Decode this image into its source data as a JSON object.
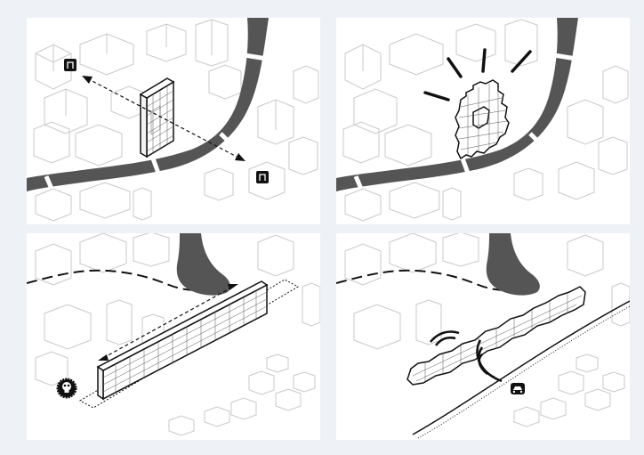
{
  "figure": {
    "background": "#eef2f7",
    "panel_background": "#ffffff",
    "building_stroke": "#c9c9c9",
    "river_color": "#555555",
    "ink_color": "#111111"
  },
  "panels": [
    {
      "id": "tl",
      "content": [
        "square-building",
        "double-arrow",
        "door-icon",
        "door-icon"
      ]
    },
    {
      "id": "tr",
      "content": [
        "fragmented-building",
        "emphasis-rays"
      ]
    },
    {
      "id": "bl",
      "content": [
        "linear-building",
        "double-arrow",
        "skull-badge-icon"
      ]
    },
    {
      "id": "br",
      "content": [
        "wavy-linear-building",
        "railway",
        "sound-waves",
        "car-icon"
      ]
    }
  ]
}
